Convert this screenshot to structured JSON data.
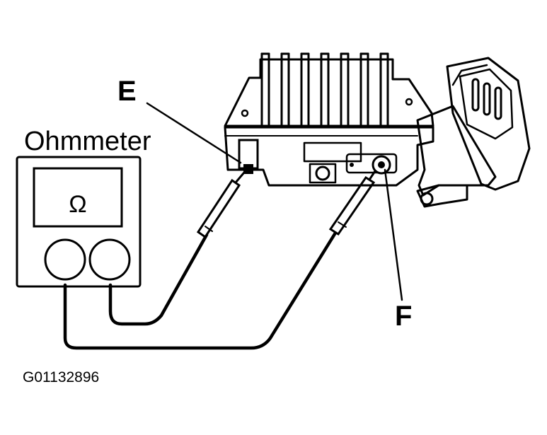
{
  "labels": {
    "meter_title": "Ohmmeter",
    "ohm_symbol": "Ω",
    "terminal_e": "E",
    "terminal_f": "F",
    "figure_code": "G01132896"
  },
  "colors": {
    "ink": "#000000",
    "paper": "#ffffff"
  },
  "icons": {
    "ohmmeter": "ohmmeter-icon",
    "regulator": "voltage-regulator-icon",
    "probe": "test-probe-icon"
  }
}
